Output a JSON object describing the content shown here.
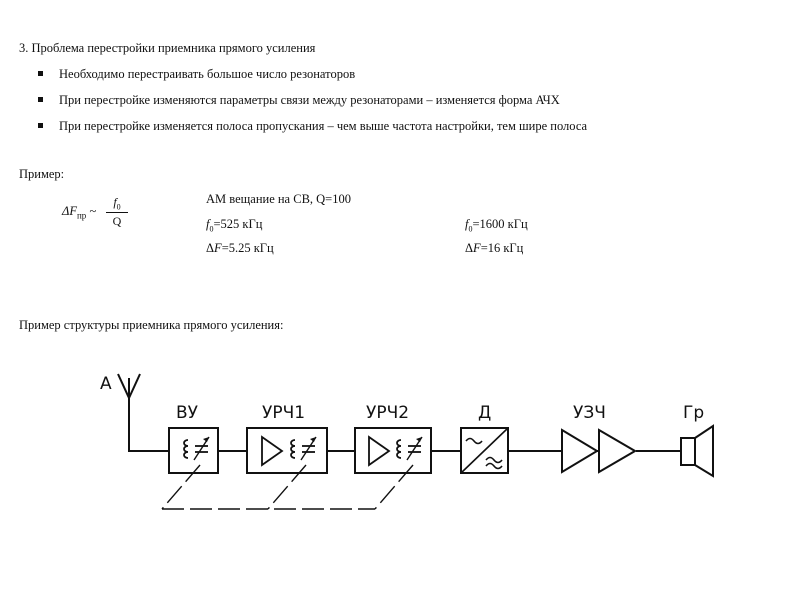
{
  "section": {
    "heading": "3. Проблема перестройки приемника прямого усиления",
    "bullets": [
      "Необходимо перестраивать большое число резонаторов",
      "При перестройке изменяются параметры связи между резонаторами – изменяется форма АЧХ",
      "При перестройке изменяется полоса пропускания – чем выше частота настройки, тем шире полоса"
    ]
  },
  "example": {
    "label": "Пример:",
    "formula": {
      "lhs_symbol": "ΔF",
      "lhs_sub": "пр",
      "approx": "~",
      "numerator": "f",
      "numerator_sub": "0",
      "denominator": "Q"
    },
    "title": "АМ вещание на СВ,  Q=100",
    "col1": {
      "f_symbol": "f",
      "f_sub": "0",
      "f_value": "=525 кГц",
      "df_prefix": "Δ",
      "df_symbol": "F",
      "df_value": "=5.25 кГц"
    },
    "col2": {
      "f_symbol": "f",
      "f_sub": "0",
      "f_value": "=1600 кГц",
      "df_prefix": "Δ",
      "df_symbol": "F",
      "df_value": "=16 кГц"
    }
  },
  "structure": {
    "label": "Пример структуры приемника прямого усиления:",
    "blocks": {
      "antenna": "А",
      "input": "ВУ",
      "rf1": "УРЧ1",
      "rf2": "УРЧ2",
      "detector": "Д",
      "af": "УЗЧ",
      "speaker": "Гр"
    }
  }
}
